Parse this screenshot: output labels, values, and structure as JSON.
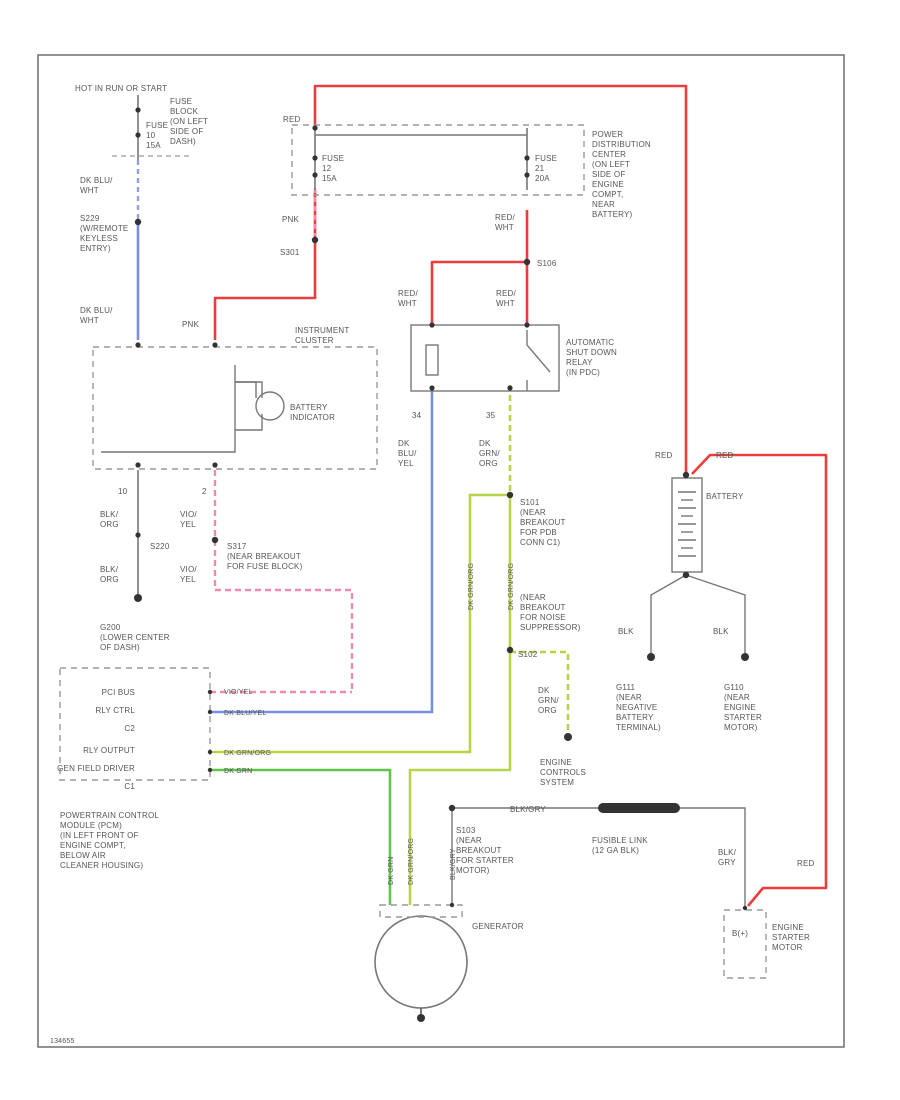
{
  "colors": {
    "red": "#ee3b3b",
    "pink": "#f28ab0",
    "blue": "#7b8fe0",
    "yellow_green": "#b8d24a",
    "green": "#5fc44a",
    "black": "#666666",
    "frame": "#777777"
  },
  "labels": {
    "hot_in_run_start": "HOT IN RUN OR START",
    "fuse10_desc": [
      "FUSE",
      "BLOCK",
      "(ON LEFT",
      "SIDE OF",
      "DASH)"
    ],
    "fuse10": [
      "FUSE",
      "10",
      "15A"
    ],
    "red_top": "RED",
    "power_dist": [
      "POWER",
      "DISTRIBUTION",
      "CENTER",
      "(ON LEFT",
      "SIDE OF",
      "ENGINE",
      "COMPT,",
      "NEAR",
      "BATTERY)"
    ],
    "fuse12": [
      "FUSE",
      "12",
      "15A"
    ],
    "fuse21": [
      "FUSE",
      "21",
      "20A"
    ],
    "dk_blu_wht_1": [
      "DK BLU/",
      "WHT"
    ],
    "s229": [
      "S229",
      "(W/REMOTE",
      "KEYLESS",
      "ENTRY)"
    ],
    "pnk_1": "PNK",
    "s301": "S301",
    "red_wht_1": [
      "RED/",
      "WHT"
    ],
    "s106": "S106",
    "dk_blu_wht_2": [
      "DK BLU/",
      "WHT"
    ],
    "pnk_2": "PNK",
    "instrument_cluster": [
      "INSTRUMENT",
      "CLUSTER"
    ],
    "red_wht_2": [
      "RED/",
      "WHT"
    ],
    "red_wht_3": [
      "RED/",
      "WHT"
    ],
    "asd_relay": [
      "AUTOMATIC",
      "SHUT DOWN",
      "RELAY",
      "(IN PDC)"
    ],
    "battery_indicator": [
      "BATTERY",
      "INDICATOR"
    ],
    "pin_34": "34",
    "pin_35": "35",
    "dk_blu_yel": [
      "DK",
      "BLU/",
      "YEL"
    ],
    "dk_grn_org_1": [
      "DK",
      "GRN/",
      "ORG"
    ],
    "red_batt_1": "RED",
    "red_batt_2": "RED",
    "battery": "BATTERY",
    "pin_10": "10",
    "pin_2": "2",
    "blk_org_1": [
      "BLK/",
      "ORG"
    ],
    "vio_yel_1": [
      "VIO/",
      "YEL"
    ],
    "s101": [
      "S101",
      "(NEAR",
      "BREAKOUT",
      "FOR PDB",
      "CONN C1)"
    ],
    "s220": "S220",
    "s317": [
      "S317",
      "(NEAR BREAKOUT",
      "FOR FUSE BLOCK)"
    ],
    "blk_org_2": [
      "BLK/",
      "ORG"
    ],
    "vio_yel_2": [
      "VIO/",
      "YEL"
    ],
    "near_noise": [
      "(NEAR",
      "BREAKOUT",
      "FOR NOISE",
      "SUPPRESSOR)"
    ],
    "g200": [
      "G200",
      "(LOWER CENTER",
      "OF DASH)"
    ],
    "s102": "S102",
    "blk_1": "BLK",
    "blk_2": "BLK",
    "pcm_rows": [
      "PCI BUS",
      "RLY CTRL",
      "C2",
      "RLY OUTPUT",
      "GEN FIELD DRIVER",
      "C1"
    ],
    "pcm_wires": [
      "VIO/YEL",
      "DK BLU/YEL",
      "DK GRN/ORG",
      "DK GRN"
    ],
    "dk_grn_org_2": [
      "DK",
      "GRN/",
      "ORG"
    ],
    "g111": [
      "G111",
      "(NEAR",
      "NEGATIVE",
      "BATTERY",
      "TERMINAL)"
    ],
    "g110": [
      "G110",
      "(NEAR",
      "ENGINE",
      "STARTER",
      "MOTOR)"
    ],
    "engine_controls": [
      "ENGINE",
      "CONTROLS",
      "SYSTEM"
    ],
    "pcm": [
      "POWERTRAIN CONTROL",
      "MODULE (PCM)",
      "(IN LEFT FRONT OF",
      "ENGINE COMPT,",
      "BELOW AIR",
      "CLEANER HOUSING)"
    ],
    "blk_gry": "BLK/GRY",
    "fusible_link": [
      "FUSIBLE LINK",
      "(12 GA BLK)"
    ],
    "blk_gry_2": [
      "BLK/",
      "GRY"
    ],
    "red_starter": "RED",
    "s103": [
      "S103",
      "(NEAR",
      "BREAKOUT",
      "FOR STARTER",
      "MOTOR)"
    ],
    "generator": "GENERATOR",
    "b1": "B(+)",
    "engine_starter": [
      "ENGINE",
      "STARTER",
      "MOTOR"
    ],
    "vert_dk_grn": "DK GRN",
    "vert_dk_grn_org_1": "DK GRN/ORG",
    "vert_dk_grn_org_2": "DK GRN/ORG",
    "vert_blk_gry": "BLK/GRY",
    "footer_id": "134655"
  }
}
